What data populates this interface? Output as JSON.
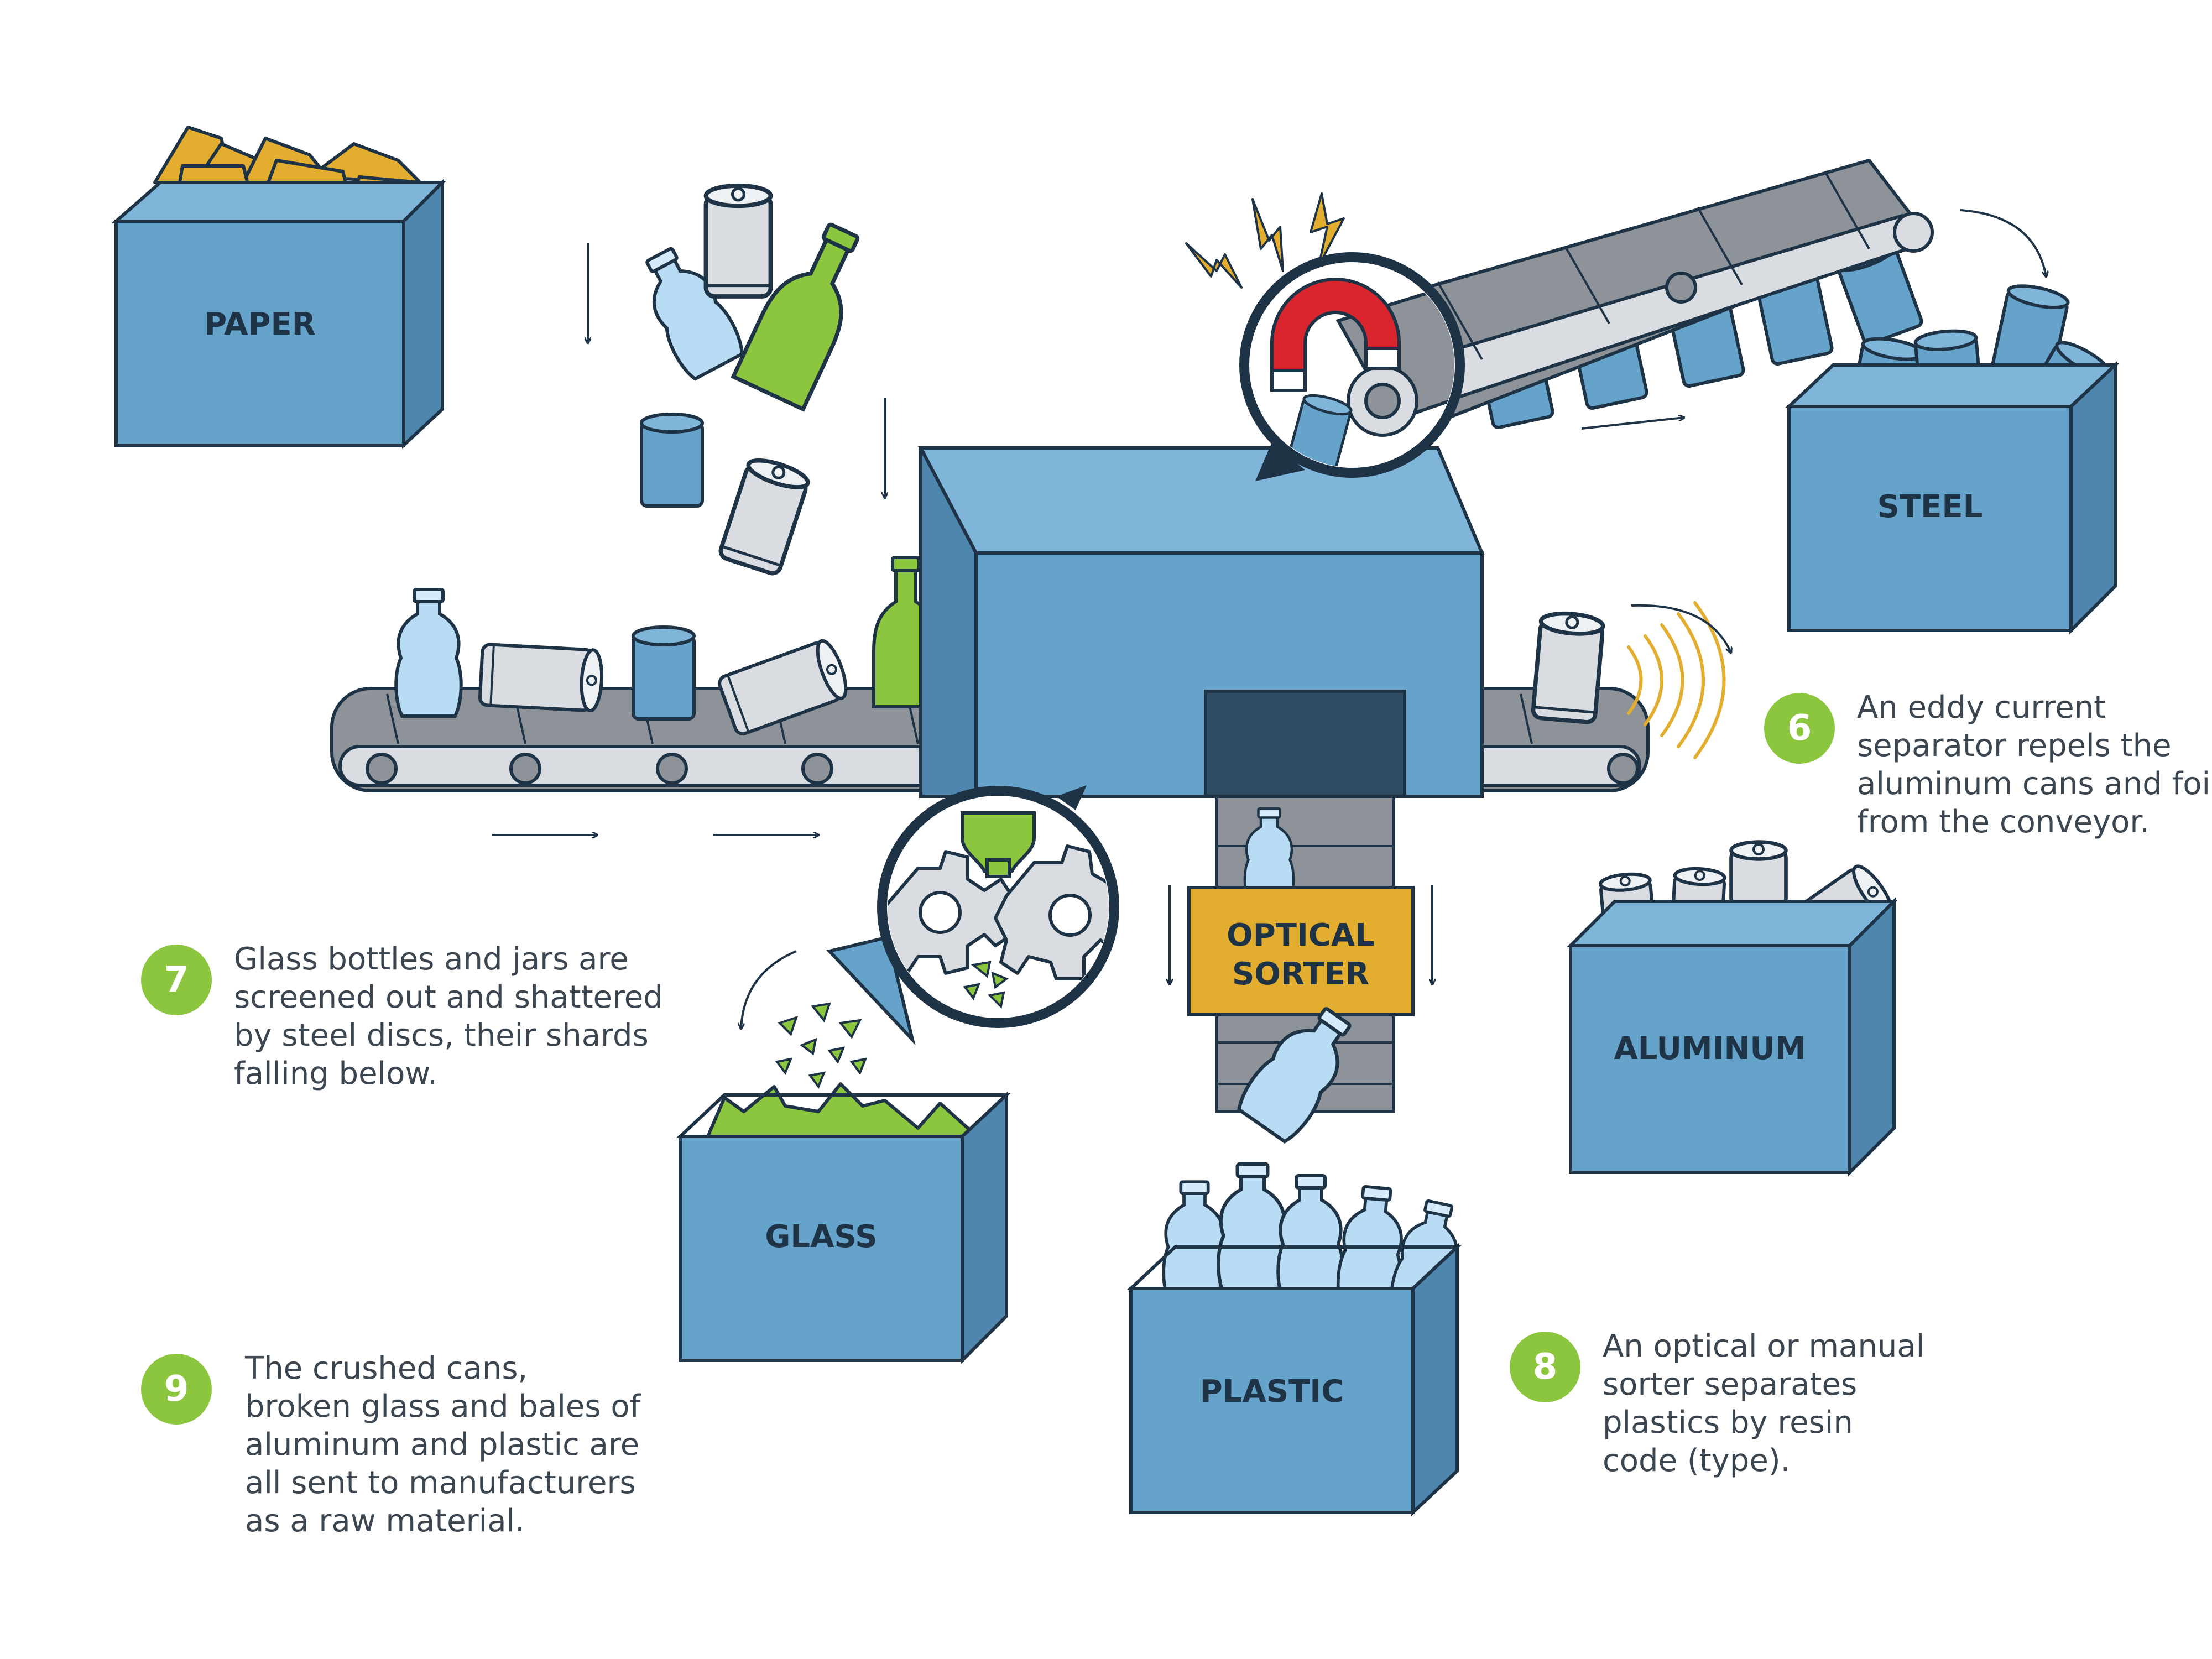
{
  "bins": {
    "paper": "PAPER",
    "steel": "STEEL",
    "aluminum": "ALUMINUM",
    "glass": "GLASS",
    "plastic": "PLASTIC"
  },
  "optical_sorter": {
    "line1": "OPTICAL",
    "line2": "SORTER"
  },
  "steps": {
    "six": {
      "number": "6",
      "lines": [
        "An eddy current",
        "separator repels the",
        "aluminum cans and foil",
        "from the conveyor."
      ]
    },
    "seven": {
      "number": "7",
      "lines": [
        "Glass bottles and jars are",
        "screened out and shattered",
        "by steel discs, their shards",
        "falling below."
      ]
    },
    "eight": {
      "number": "8",
      "lines": [
        "An optical or manual",
        "sorter separates",
        "plastics by resin",
        "code (type)."
      ]
    },
    "nine": {
      "number": "9",
      "lines": [
        "The crushed cans,",
        "broken glass and bales of",
        "aluminum and plastic are",
        "all sent to manufacturers",
        "as a raw material."
      ]
    }
  },
  "colors": {
    "bin_blue": "#66a3cb",
    "outline": "#1e3346",
    "conveyor_gray": "#8d9399",
    "can_gray": "#d9dde2",
    "glass_green": "#8cc63f",
    "plastic_light_blue": "#b9dcf5",
    "paper_gold": "#e3ad2f",
    "sorter_gold": "#e3ad2f",
    "magnet_red": "#d9262e",
    "badge_green": "#8cc63f"
  }
}
